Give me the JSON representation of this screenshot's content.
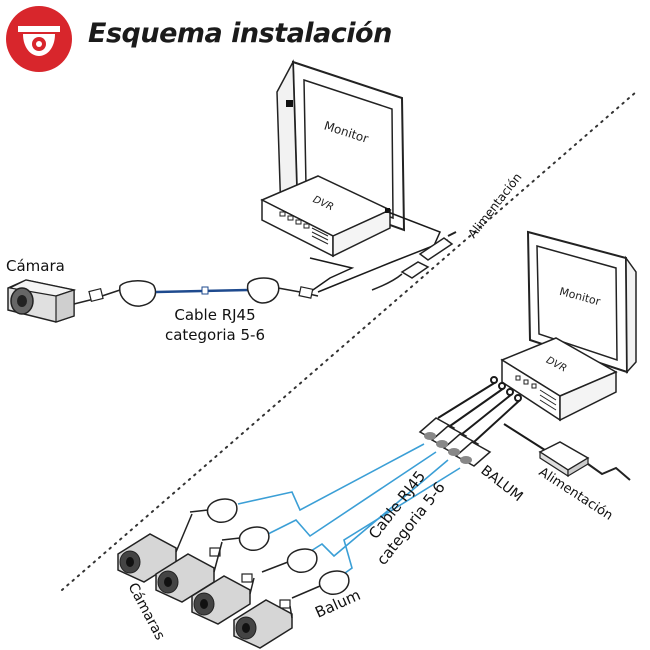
{
  "header": {
    "title": "Esquema instalación",
    "logo_icon": "dome-camera-icon",
    "logo_color": "#d8262c"
  },
  "single_setup": {
    "camera_label": "Cámara",
    "cable_label_line1": "Cable RJ45",
    "cable_label_line2": "categoria 5-6",
    "power_label": "Alimentación",
    "monitor_text": "Monitor",
    "dvr_text": "DVR"
  },
  "multi_setup": {
    "cameras_label": "Cámaras",
    "balun_label": "Balum",
    "balun_hub_label": "BALUM",
    "cable_label_line1": "Cable RJ45",
    "cable_label_line2": "categoria 5-6",
    "power_label": "Alimentación",
    "monitor_text": "Monitor",
    "dvr_text": "DVR"
  },
  "colors": {
    "cable_blue": "#3b9fd6",
    "line_dark": "#1a1a1a"
  }
}
